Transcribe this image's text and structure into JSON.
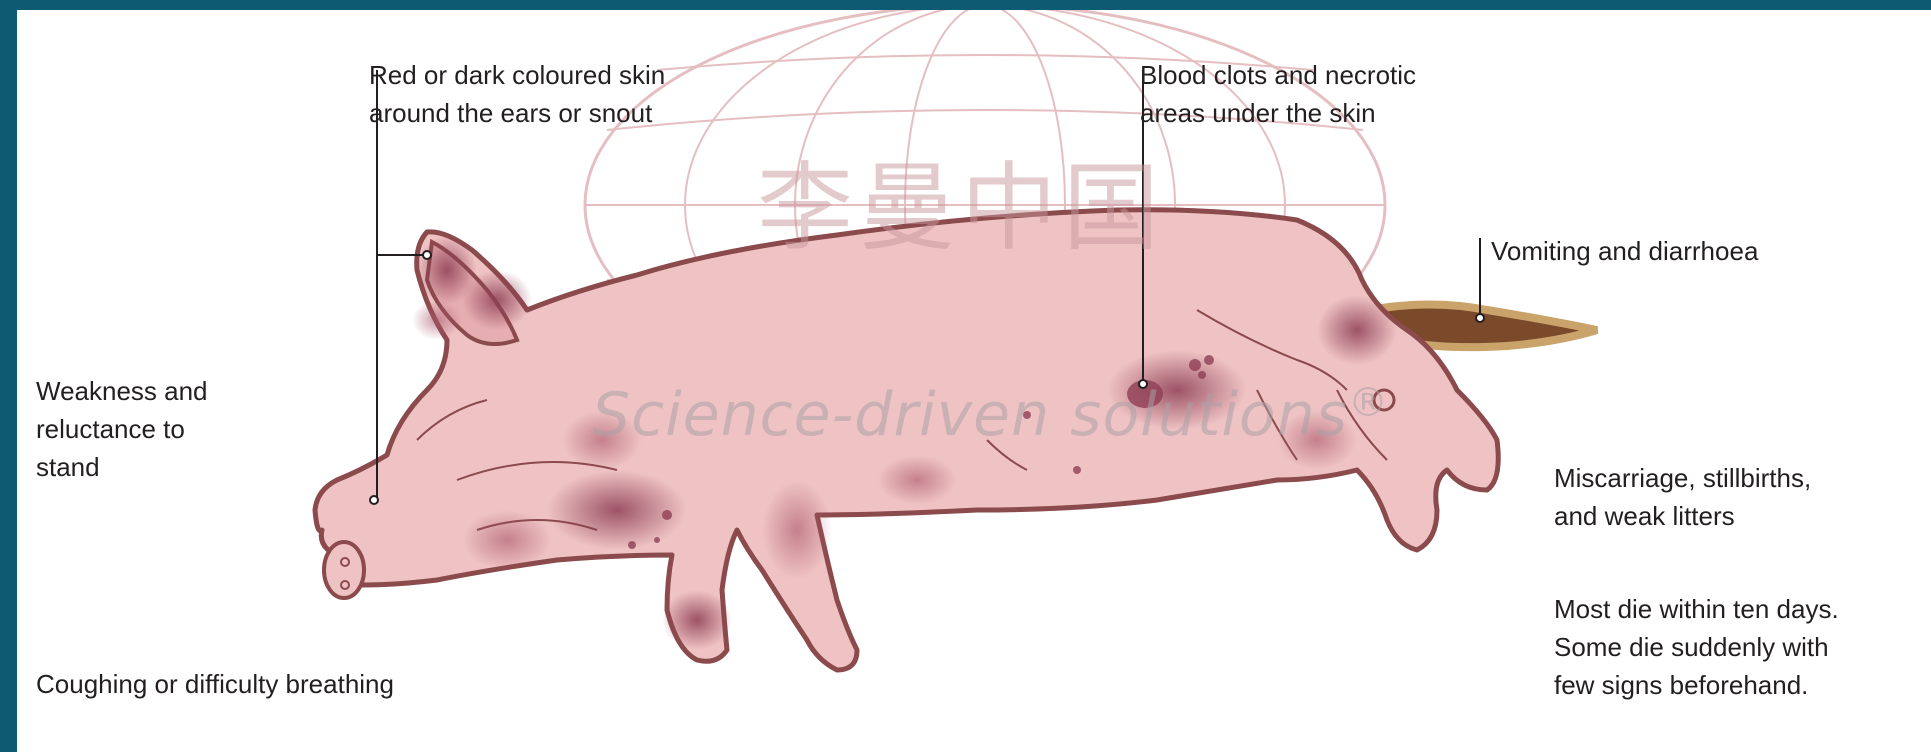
{
  "labels": {
    "skin_colour": "Red or dark coloured skin\naround the ears or snout",
    "blood_clots": "Blood clots and necrotic\nareas under the skin",
    "vomiting": "Vomiting and diarrhoea",
    "weakness": "Weakness and\nreluctance to\nstand",
    "miscarriage": "Miscarriage, stillbirths,\nand weak litters",
    "death": "Most die within ten days.\nSome die suddenly with\nfew signs beforehand.",
    "coughing": "Coughing or difficulty breathing"
  },
  "watermark": {
    "slogan": "Science-driven solutions",
    "registered": "®",
    "cjk": "李曼中国"
  },
  "colors": {
    "frame": "#0e5a73",
    "pig_body": "#efc3c4",
    "pig_outline": "#8b4a4c",
    "lesion": "#8e3f55",
    "leader_line": "#231f20"
  }
}
